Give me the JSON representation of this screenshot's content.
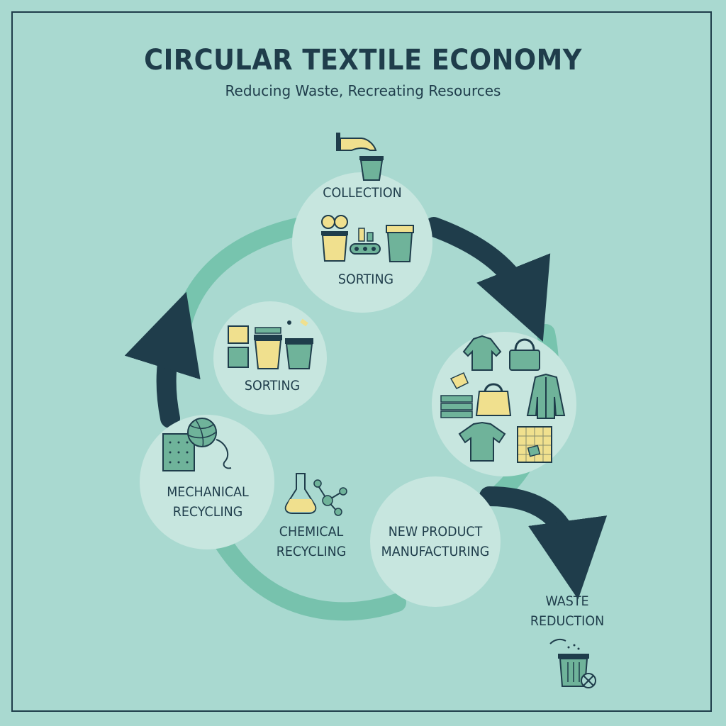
{
  "title": "CIRCULAR TEXTILE ECONOMY",
  "subtitle": "Reducing Waste, Recreating Resources",
  "stages": {
    "collection": "COLLECTION",
    "sorting_top": "SORTING",
    "sorting_left": "SORTING",
    "mechanical": "MECHANICAL\nRECYCLING",
    "chemical": "CHEMICAL\nRECYCLING",
    "new_product": "NEW PRODUCT\nMANUFACTURING",
    "waste": "WASTE\nREDUCTION"
  },
  "colors": {
    "background": "#a9d9d0",
    "navy": "#1f3d4b",
    "bubble": "#c7e6df",
    "light_arrow": "#6fbfa8",
    "icon_green": "#6fb39a",
    "icon_yellow": "#f0e08e"
  }
}
